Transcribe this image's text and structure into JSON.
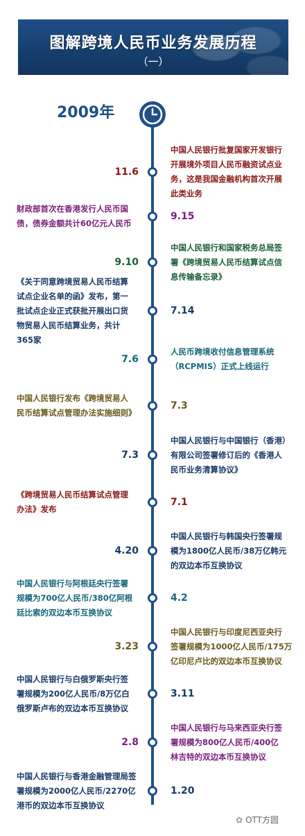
{
  "header": {
    "title": "图解跨境人民币业务发展历程",
    "subtitle": "（一）"
  },
  "year": "2009年",
  "colors": {
    "navy": "#1f4f86",
    "dark_navy": "#1a3a66",
    "maroon": "#8b1a1a",
    "purple": "#7a1f7a",
    "green": "#1d5e3a",
    "olive": "#6b5a1f",
    "teal": "#17667a"
  },
  "events": [
    {
      "date": "11.6",
      "side": "right",
      "text": "中国人民银行批复国家开发银行\n开展境外项目人民币融资试点业\n务，这是我国金融机构首次开展\n此类业务",
      "date_color": "maroon",
      "text_color": "maroon"
    },
    {
      "date": "9.15",
      "side": "left",
      "text": "财政部首次在香港发行人民币国\n债，债券金额共计60亿元人民币",
      "date_color": "purple",
      "text_color": "purple"
    },
    {
      "date": "9.10",
      "side": "right",
      "text": "中国人民银行和国家税务总局签\n署《跨境贸易人民币结算试点信\n息传输备忘录》",
      "date_color": "green",
      "text_color": "green"
    },
    {
      "date": "7.14",
      "side": "left",
      "text": "《关于同意跨境贸易人民币结算\n试点企业名单的函》发布，第一\n批试点企业正式获批开展出口货\n物贸易人民币结算业务，共计\n365家",
      "date_color": "dark_navy",
      "text_color": "dark_navy"
    },
    {
      "date": "7.6",
      "side": "right",
      "text": "人民币跨境收付信息管理系统\n（RCPMIS）正式上线运行",
      "date_color": "teal",
      "text_color": "teal"
    },
    {
      "date": "7.3",
      "side": "left",
      "text": "中国人民银行发布《跨境贸易人\n民币结算试点管理办法实施细则》",
      "date_color": "olive",
      "text_color": "olive"
    },
    {
      "date": "7.3",
      "side": "right",
      "text": "中国人民银行与中国银行（香港）\n有限公司签署修订后的《香港人\n民币业务清算协议》",
      "date_color": "dark_navy",
      "text_color": "dark_navy"
    },
    {
      "date": "7.1",
      "side": "left",
      "text": "《跨境贸易人民币结算试点管理\n办法》发布",
      "date_color": "maroon",
      "text_color": "maroon"
    },
    {
      "date": "4.20",
      "side": "right",
      "text": "中国人民银行与韩国央行签署规\n模为1800亿人民币/38万亿韩元\n的双边本币互换协议",
      "date_color": "dark_navy",
      "text_color": "dark_navy"
    },
    {
      "date": "4.2",
      "side": "left",
      "text": "中国人民银行与阿根廷央行签署\n规模为700亿人民币/380亿阿根\n廷比索的双边本币互换协议",
      "date_color": "teal",
      "text_color": "teal"
    },
    {
      "date": "3.23",
      "side": "right",
      "text": "中国人民银行与印度尼西亚央行\n签署规模为1000亿人民币/175万\n亿印尼卢比的双边本币互换协议",
      "date_color": "olive",
      "text_color": "olive"
    },
    {
      "date": "3.11",
      "side": "left",
      "text": "中国人民银行与白俄罗斯央行签\n署规模为200亿人民币/8万亿白\n俄罗斯卢布的双边本币互换协议",
      "date_color": "dark_navy",
      "text_color": "dark_navy"
    },
    {
      "date": "2.8",
      "side": "right",
      "text": "中国人民银行与马来西亚央行签\n署规模为800亿人民币/400亿\n林吉特的双边本币互换协议",
      "date_color": "purple",
      "text_color": "purple"
    },
    {
      "date": "1.20",
      "side": "left",
      "text": "中国人民银行与香港金融管理局签\n署规模为2000亿人民币/2270亿\n港币的双边本币互换协议",
      "date_color": "dark_navy",
      "text_color": "dark_navy"
    }
  ],
  "watermark": "OTT方圆",
  "watermark_icon": "wechat-icon"
}
